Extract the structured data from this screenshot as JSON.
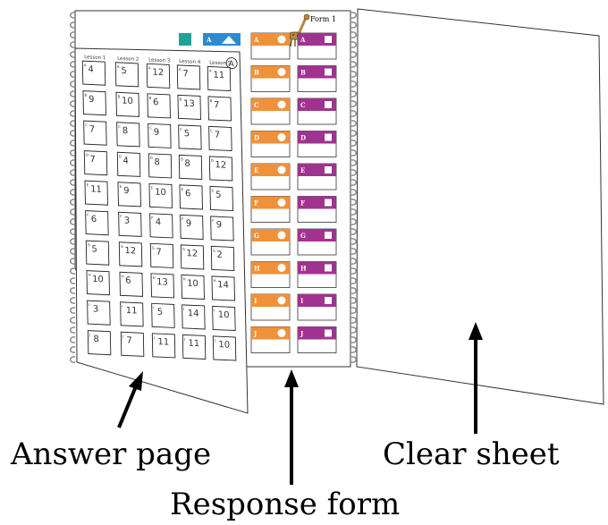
{
  "captions": {
    "answer_page": "Answer page",
    "response_form": "Response form",
    "clear_sheet": "Clear sheet"
  },
  "response_form": {
    "title": "Form 1",
    "rows": [
      "A",
      "B",
      "C",
      "D",
      "E",
      "F",
      "G",
      "H",
      "I",
      "J"
    ],
    "orange": "#f0913a",
    "purple": "#a0338f",
    "teal": "#1ea39a",
    "blue": "#2b8ccf"
  },
  "answer_page": {
    "headers": [
      "Lesson 1",
      "Lesson 2",
      "Lesson 3",
      "Lesson 4",
      "Lesson 5"
    ],
    "form_mark": "A",
    "columns": [
      [
        "4",
        "9",
        "7",
        "7",
        "11",
        "6",
        "5",
        "10",
        "3",
        "8"
      ],
      [
        "5",
        "10",
        "8",
        "4",
        "9",
        "3",
        "12",
        "6",
        "11",
        "7"
      ],
      [
        "12",
        "6",
        "9",
        "8",
        "10",
        "4",
        "7",
        "13",
        "5",
        "11"
      ],
      [
        "7",
        "13",
        "5",
        "8",
        "6",
        "9",
        "12",
        "10",
        "14",
        "11"
      ],
      [
        "11",
        "7",
        "7",
        "12",
        "5",
        "9",
        "2",
        "14",
        "10",
        "10"
      ]
    ],
    "row_letters": [
      "A",
      "B",
      "C",
      "D",
      "E",
      "F",
      "G",
      "H",
      "I",
      "J"
    ]
  }
}
